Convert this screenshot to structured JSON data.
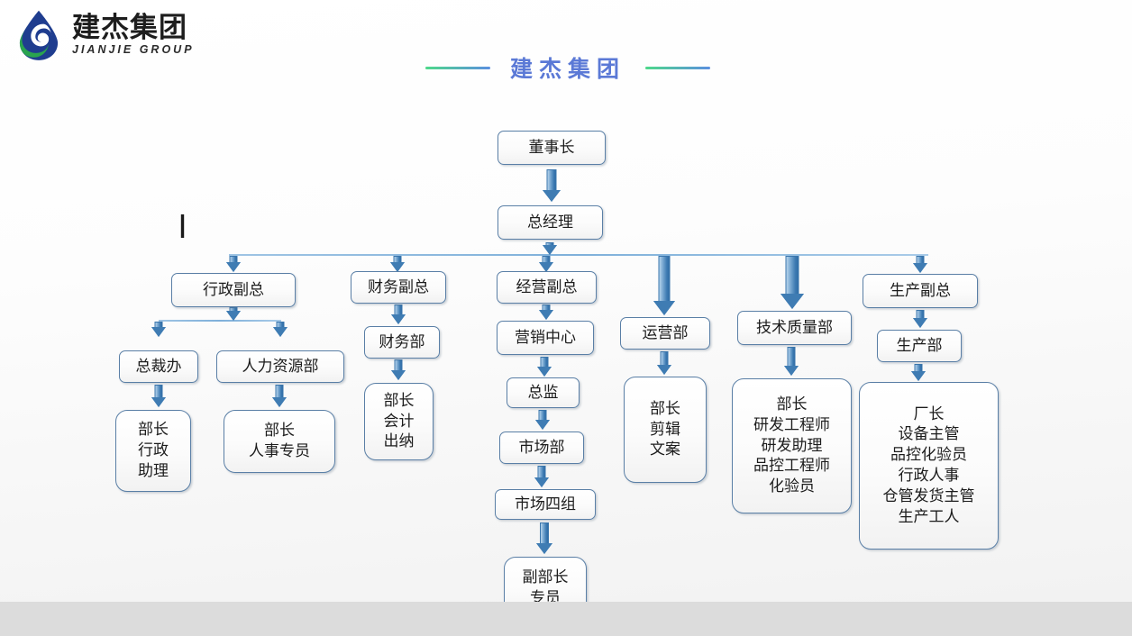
{
  "header": {
    "logo": {
      "icon": "water-drop-logo",
      "cn": "建杰集团",
      "en": "JIANJIE GROUP",
      "blue": "#1f3d8f",
      "green": "#2aa44f"
    },
    "title": "建杰集团",
    "title_color": "#5b79d6",
    "rule_gradient_start": "#4ed98a",
    "rule_gradient_end": "#5b8fe0"
  },
  "chart_data": {
    "type": "diagram",
    "title": "建杰集团",
    "nodes": [
      {
        "id": "chairman",
        "label": "董事长",
        "lines": [
          "董事长"
        ]
      },
      {
        "id": "gm",
        "label": "总经理",
        "lines": [
          "总经理"
        ]
      },
      {
        "id": "admin_vp",
        "label": "行政副总",
        "lines": [
          "行政副总"
        ]
      },
      {
        "id": "fin_vp",
        "label": "财务副总",
        "lines": [
          "财务副总"
        ]
      },
      {
        "id": "biz_vp",
        "label": "经营副总",
        "lines": [
          "经营副总"
        ]
      },
      {
        "id": "ops_dept",
        "label": "运营部",
        "lines": [
          "运营部"
        ]
      },
      {
        "id": "tech_dept",
        "label": "技术质量部",
        "lines": [
          "技术质量部"
        ]
      },
      {
        "id": "prod_vp",
        "label": "生产副总",
        "lines": [
          "生产副总"
        ]
      },
      {
        "id": "pres_off",
        "label": "总裁办",
        "lines": [
          "总裁办"
        ]
      },
      {
        "id": "hr_dept",
        "label": "人力资源部",
        "lines": [
          "人力资源部"
        ]
      },
      {
        "id": "fin_dept",
        "label": "财务部",
        "lines": [
          "财务部"
        ]
      },
      {
        "id": "mkt_center",
        "label": "营销中心",
        "lines": [
          "营销中心"
        ]
      },
      {
        "id": "director",
        "label": "总监",
        "lines": [
          "总监"
        ]
      },
      {
        "id": "mkt_dept",
        "label": "市场部",
        "lines": [
          "市场部"
        ]
      },
      {
        "id": "mkt_group4",
        "label": "市场四组",
        "lines": [
          "市场四组"
        ]
      },
      {
        "id": "prod_dept",
        "label": "生产部",
        "lines": [
          "生产部"
        ]
      },
      {
        "id": "admin_staff",
        "label": "部长 行政 助理",
        "lines": [
          "部长",
          "行政",
          "助理"
        ]
      },
      {
        "id": "hr_staff",
        "label": "部长 人事专员",
        "lines": [
          "部长",
          "人事专员"
        ]
      },
      {
        "id": "fin_staff",
        "label": "部长 会计 出纳",
        "lines": [
          "部长",
          "会计",
          "出纳"
        ]
      },
      {
        "id": "ops_staff",
        "label": "部长 剪辑 文案",
        "lines": [
          "部长",
          "剪辑",
          "文案"
        ]
      },
      {
        "id": "tech_staff",
        "label": "部长 研发工程师 研发助理 品控工程师 化验员",
        "lines": [
          "部长",
          "研发工程师",
          "研发助理",
          "品控工程师",
          "化验员"
        ]
      },
      {
        "id": "prod_staff",
        "label": "厂长 设备主管 品控化验员 行政人事 仓管发货主管 生产工人",
        "lines": [
          "厂长",
          "设备主管",
          "品控化验员",
          "行政人事",
          "仓管发货主管",
          "生产工人"
        ]
      },
      {
        "id": "mkt_staff",
        "label": "副部长 专员",
        "lines": [
          "副部长",
          "专员"
        ]
      }
    ],
    "edges": [
      [
        "chairman",
        "gm"
      ],
      [
        "gm",
        "admin_vp"
      ],
      [
        "gm",
        "fin_vp"
      ],
      [
        "gm",
        "biz_vp"
      ],
      [
        "gm",
        "ops_dept"
      ],
      [
        "gm",
        "tech_dept"
      ],
      [
        "gm",
        "prod_vp"
      ],
      [
        "admin_vp",
        "pres_off"
      ],
      [
        "admin_vp",
        "hr_dept"
      ],
      [
        "fin_vp",
        "fin_dept"
      ],
      [
        "fin_dept",
        "fin_staff"
      ],
      [
        "biz_vp",
        "mkt_center"
      ],
      [
        "mkt_center",
        "director"
      ],
      [
        "director",
        "mkt_dept"
      ],
      [
        "mkt_dept",
        "mkt_group4"
      ],
      [
        "mkt_group4",
        "mkt_staff"
      ],
      [
        "ops_dept",
        "ops_staff"
      ],
      [
        "tech_dept",
        "tech_staff"
      ],
      [
        "prod_vp",
        "prod_dept"
      ],
      [
        "prod_dept",
        "prod_staff"
      ],
      [
        "pres_off",
        "admin_staff"
      ],
      [
        "hr_dept",
        "hr_staff"
      ]
    ],
    "node_border_color": "#5a7fa6",
    "arrow_color": "#3f7cb3",
    "connector_color": "#8fb9dd"
  }
}
